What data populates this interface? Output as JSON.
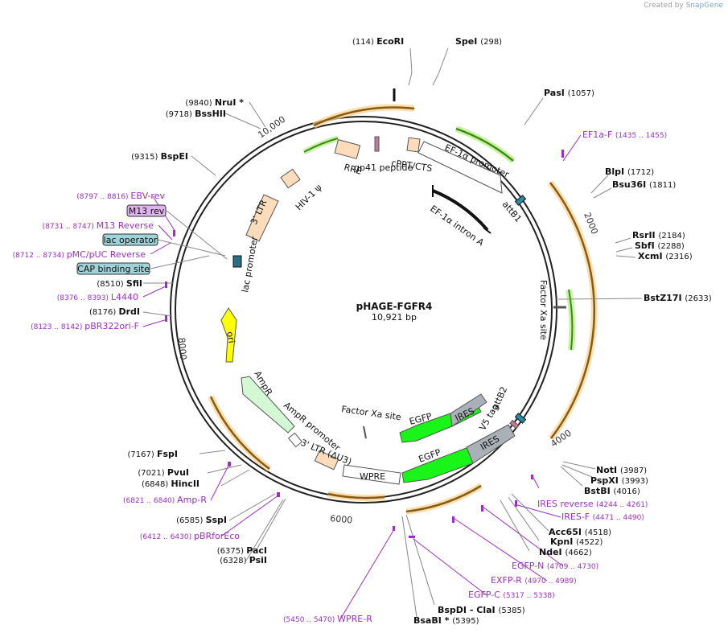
{
  "credit": {
    "prefix": "Created by",
    "brand": "SnapGene"
  },
  "plasmid": {
    "name": "pHAGE-FGFR4",
    "size": "10,921 bp"
  },
  "ticks": [
    "2000",
    "4000",
    "6000",
    "8000",
    "10,000"
  ],
  "sites": [
    {
      "pos": "(114)",
      "name": "EcoRI"
    },
    {
      "pos": "(298)",
      "name": "SpeI"
    },
    {
      "pos": "(1057)",
      "name": "PasI"
    },
    {
      "pos": "(1712)",
      "name": "BlpI"
    },
    {
      "pos": "(1811)",
      "name": "Bsu36I"
    },
    {
      "pos": "(2184)",
      "name": "RsrII"
    },
    {
      "pos": "(2288)",
      "name": "SbfI"
    },
    {
      "pos": "(2316)",
      "name": "XcmI"
    },
    {
      "pos": "(2633)",
      "name": "BstZ17I"
    },
    {
      "pos": "(3987)",
      "name": "NotI"
    },
    {
      "pos": "(3993)",
      "name": "PspXI"
    },
    {
      "pos": "(4016)",
      "name": "BstBI"
    },
    {
      "pos": "(4518)",
      "name": "Acc65I"
    },
    {
      "pos": "(4522)",
      "name": "KpnI"
    },
    {
      "pos": "(4662)",
      "name": "NdeI"
    },
    {
      "pos": "(5385)",
      "name": "BspDI - ClaI"
    },
    {
      "pos": "(5395)",
      "name": "BsaBI *"
    },
    {
      "pos": "(6328)",
      "name": "PsiI"
    },
    {
      "pos": "(6375)",
      "name": "PacI"
    },
    {
      "pos": "(6585)",
      "name": "SspI"
    },
    {
      "pos": "(6848)",
      "name": "HincII"
    },
    {
      "pos": "(7021)",
      "name": "PvuI"
    },
    {
      "pos": "(7167)",
      "name": "FspI"
    },
    {
      "pos": "(8176)",
      "name": "DrdI"
    },
    {
      "pos": "(8510)",
      "name": "SfiI"
    },
    {
      "pos": "(9315)",
      "name": "BspEI"
    },
    {
      "pos": "(9718)",
      "name": "BssHII"
    },
    {
      "pos": "(9840)",
      "name": "NruI *"
    }
  ],
  "primers": [
    {
      "name": "EF1a-F",
      "range": "(1435 .. 1455)"
    },
    {
      "name": "IRES reverse",
      "range": "(4244 .. 4261)"
    },
    {
      "name": "IRES-F",
      "range": "(4471 .. 4490)"
    },
    {
      "name": "EGFP-N",
      "range": "(4709 .. 4730)"
    },
    {
      "name": "EXFP-R",
      "range": "(4970 .. 4989)"
    },
    {
      "name": "EGFP-C",
      "range": "(5317 .. 5338)"
    },
    {
      "name": "WPRE-R",
      "range": "(5450 .. 5470)"
    },
    {
      "name": "pBRforEco",
      "range": "(6412 .. 6430)"
    },
    {
      "name": "Amp-R",
      "range": "(6821 .. 6840)"
    },
    {
      "name": "pBR322ori-F",
      "range": "(8123 .. 8142)"
    },
    {
      "name": "L4440",
      "range": "(8376 .. 8393)"
    },
    {
      "name": "pMC/pUC Reverse",
      "range": "(8712 .. 8734)"
    },
    {
      "name": "M13 Reverse",
      "range": "(8731 .. 8747)"
    },
    {
      "name": "EBV-rev",
      "range": "(8797 .. 8816)"
    }
  ],
  "boxed": [
    "M13 rev",
    "lac operator",
    "CAP binding site"
  ],
  "features": {
    "ef1a_promoter": "EF-1α promoter",
    "ef1a_intron": "EF-1α intron A",
    "cppt": "cPPT/CTS",
    "rre": "RRE",
    "gp41": "gp41 peptide",
    "hiv": "HIV-1 ψ",
    "ltr5": "3' LTR",
    "lac_promoter": "lac promoter",
    "ori": "ori",
    "ampr": "AmpR",
    "ampr_promoter": "AmpR promoter",
    "ltr3": "3' LTR (ΔU3)",
    "wpre": "WPRE",
    "egfp1": "EGFP",
    "egfp2": "EGFP",
    "ires1": "IRES",
    "ires2": "IRES",
    "factorxa1": "Factor Xa site",
    "factorxa2": "Factor Xa site",
    "attb1": "attB1",
    "attb2": "attB2",
    "v5": "V5 tag"
  }
}
